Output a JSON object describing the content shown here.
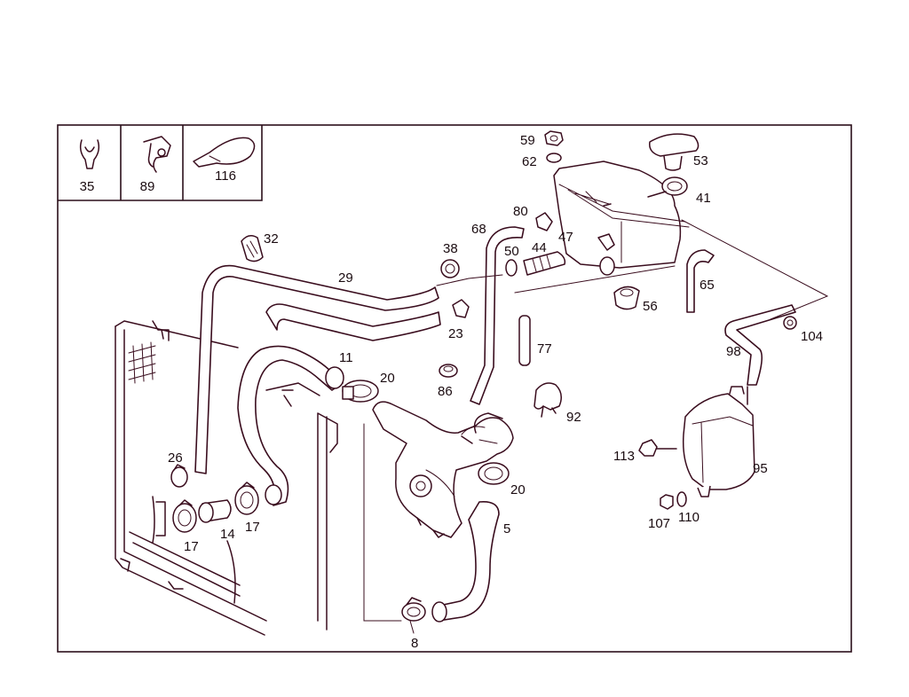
{
  "legend_box": {
    "items": [
      {
        "label": "35",
        "icon": "clip-icon"
      },
      {
        "label": "89",
        "icon": "hose-clip-icon"
      },
      {
        "label": "116",
        "icon": "cable-tie-icon"
      }
    ]
  },
  "part_labels": {
    "p5": "5",
    "p8": "8",
    "p11": "11",
    "p14": "14",
    "p17a": "17",
    "p17b": "17",
    "p20a": "20",
    "p20b": "20",
    "p23": "23",
    "p26": "26",
    "p29": "29",
    "p32": "32",
    "p38": "38",
    "p41": "41",
    "p44": "44",
    "p47": "47",
    "p50": "50",
    "p53": "53",
    "p56": "56",
    "p59": "59",
    "p62": "62",
    "p65": "65",
    "p68": "68",
    "p77": "77",
    "p80": "80",
    "p86": "86",
    "p92": "92",
    "p95": "95",
    "p98": "98",
    "p104": "104",
    "p107": "107",
    "p110": "110",
    "p113": "113"
  },
  "colors": {
    "line": "#3a0d1e",
    "text": "#1a0b10",
    "background": "#ffffff"
  }
}
